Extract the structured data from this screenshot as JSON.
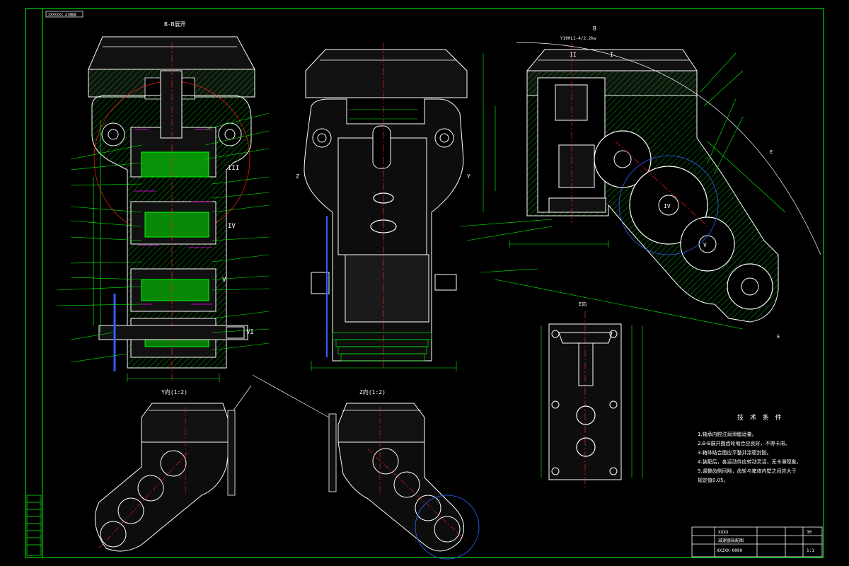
{
  "drawing": {
    "title_stamp": "XXXXXXX-A1图纸",
    "views": {
      "section_bb": "B-B展开",
      "view_y": "Y向(1:2)",
      "view_z": "Z向(1:2)",
      "view_e": "E向",
      "label_b": "B",
      "label_e": "E"
    },
    "shaft_labels": [
      "III",
      "IV",
      "V",
      "VI",
      "II",
      "I",
      "IV",
      "V"
    ],
    "view_markers": {
      "z": "Z",
      "y": "Y"
    },
    "tolerance_note": "Y100L1-4/2.2kw",
    "tech_requirements": {
      "heading": "技 术 条 件",
      "items": [
        "1.轴承内腔注润滑脂适量。",
        "2.B-B展开图齿轮啮合应良好，不得卡滞。",
        "3.箱体结合面应平整并涂密封胶。",
        "4.装配后，各运动件应转动灵活，无卡滞现象。",
        "5.调整齿侧间隙，齿轮与箱体内壁之间应大于",
        "  规定值0.05。"
      ]
    },
    "title_block": {
      "name": "XXXX",
      "sub": "减速器装配图",
      "drawing_no": "XXJXX-0000",
      "scale": "1:1",
      "sheet": "30"
    }
  },
  "colors": {
    "outline": "#ffffff",
    "dimension": "#00ff00",
    "center": "#ff2020",
    "hatch": "#00c000",
    "callout": "#ff00ff",
    "hidden": "#3060ff",
    "fill": "#1c1c1c"
  }
}
